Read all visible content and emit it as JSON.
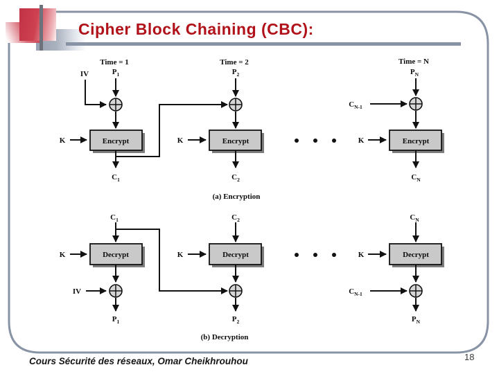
{
  "slide": {
    "title": "Cipher Block Chaining (CBC):",
    "footer": "Cours Sécurité des réseaux, Omar Cheikhrouhou",
    "page_number": "18"
  },
  "colors": {
    "title_red": "#b1121a",
    "border_gray": "#8893a5",
    "accent_red": "#c13246",
    "box_fill": "#c9c9c9",
    "box_shadow": "#7d7d7d"
  },
  "diagram": {
    "iv_label": "IV",
    "key_label": "K",
    "encrypt_label": "Encrypt",
    "decrypt_label": "Decrypt",
    "chain_base": "C",
    "chain_sub": "N-1",
    "encryption": {
      "caption": "(a) Encryption",
      "columns": [
        {
          "time": "Time = 1",
          "input_base": "P",
          "input_sub": "1",
          "output_base": "C",
          "output_sub": "1"
        },
        {
          "time": "Time = 2",
          "input_base": "P",
          "input_sub": "2",
          "output_base": "C",
          "output_sub": "2"
        },
        {
          "time": "Time = N",
          "input_base": "P",
          "input_sub": "N",
          "output_base": "C",
          "output_sub": "N"
        }
      ]
    },
    "decryption": {
      "caption": "(b) Decryption",
      "columns": [
        {
          "input_base": "C",
          "input_sub": "1",
          "output_base": "P",
          "output_sub": "1"
        },
        {
          "input_base": "C",
          "input_sub": "2",
          "output_base": "P",
          "output_sub": "2"
        },
        {
          "input_base": "C",
          "input_sub": "N",
          "output_base": "P",
          "output_sub": "N"
        }
      ]
    }
  }
}
